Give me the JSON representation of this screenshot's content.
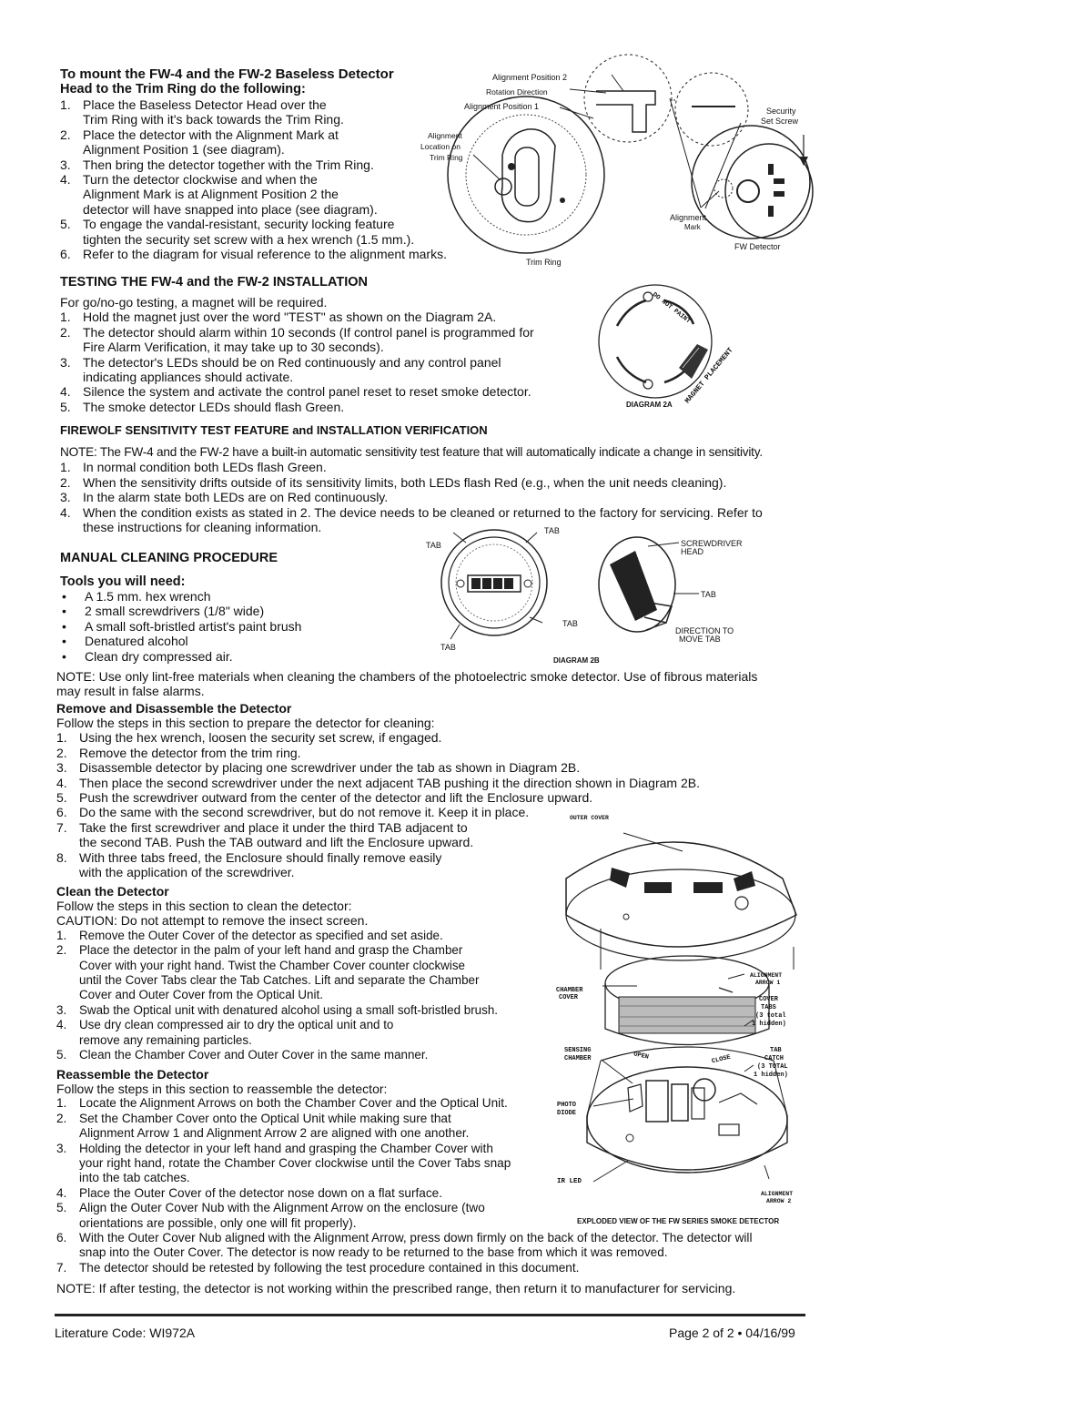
{
  "mount": {
    "title1": "To mount the FW-4 and the FW-2 Baseless Detector",
    "title2": "Head to the Trim Ring do the following:",
    "steps": [
      {
        "n": "1.",
        "lines": [
          "Place the Baseless Detector Head over the",
          "Trim Ring with it's back towards the Trim Ring."
        ]
      },
      {
        "n": "2.",
        "lines": [
          "Place the detector with the Alignment Mark at",
          "Alignment Position 1 (see diagram)."
        ]
      },
      {
        "n": "3.",
        "lines": [
          "Then bring the detector together with the Trim Ring."
        ]
      },
      {
        "n": "4.",
        "lines": [
          "Turn the detector clockwise and when the",
          "Alignment Mark is at Alignment Position 2 the",
          "detector will have snapped into place (see diagram)."
        ]
      },
      {
        "n": "5.",
        "lines": [
          "To engage the vandal-resistant, security locking feature",
          "tighten the security set screw with a hex wrench (1.5 mm.)."
        ]
      },
      {
        "n": "6.",
        "lines": [
          "Refer to the diagram for visual reference to the alignment marks."
        ]
      }
    ]
  },
  "diagram1": {
    "alignment_position_2": "Alignment Position 2",
    "rotation_direction": "Rotation Direction",
    "alignment_position_1": "Alignment Position 1",
    "alignment_location_1": "Alignment",
    "alignment_location_2": "Location on",
    "alignment_location_3": "Trim Ring",
    "trim_ring": "Trim Ring",
    "security_1": "Security",
    "security_2": "Set Screw",
    "alignment_mark_1": "Alignment",
    "alignment_mark_2": "Mark",
    "fw_detector": "FW Detector"
  },
  "testing": {
    "title": "TESTING THE FW-4 and the FW-2 INSTALLATION",
    "intro": "For go/no-go testing, a magnet will be required.",
    "steps": [
      {
        "n": "1.",
        "lines": [
          "Hold the magnet just over the word \"TEST\" as shown on the Diagram 2A."
        ]
      },
      {
        "n": "2.",
        "lines": [
          "The detector should alarm within 10 seconds (If control panel is programmed for",
          "Fire Alarm Verification, it may take up to 30 seconds)."
        ]
      },
      {
        "n": "3.",
        "lines": [
          "The detector's LEDs should be on Red continuously and any control panel",
          "indicating appliances should activate."
        ]
      },
      {
        "n": "4.",
        "lines": [
          "Silence the system and activate the control panel reset to reset smoke detector."
        ]
      },
      {
        "n": "5.",
        "lines": [
          "The smoke detector LEDs should flash Green."
        ]
      }
    ]
  },
  "diagram2a": {
    "label": "DIAGRAM 2A",
    "do_not_paint": "DO NOT PAINT",
    "magnet_placement": "MAGNET PLACEMENT"
  },
  "firewolf": {
    "title": "FIREWOLF SENSITIVITY TEST FEATURE and INSTALLATION VERIFICATION",
    "note": "NOTE: The FW-4 and the FW-2 have a built-in automatic sensitivity test feature that will automatically indicate a change in sensitivity.",
    "steps": [
      {
        "n": "1.",
        "lines": [
          "In normal condition both LEDs flash Green."
        ]
      },
      {
        "n": "2.",
        "lines": [
          "When the sensitivity drifts outside of its sensitivity limits, both LEDs flash Red (e.g., when the unit needs cleaning)."
        ]
      },
      {
        "n": "3.",
        "lines": [
          "In the alarm state both LEDs are on Red continuously."
        ]
      },
      {
        "n": "4.",
        "lines": [
          "When the condition exists as stated in 2. The device needs to be cleaned or returned to the factory for servicing. Refer to",
          "these instructions for cleaning information."
        ]
      }
    ]
  },
  "manual": {
    "title": "MANUAL CLEANING PROCEDURE",
    "tools_title": "Tools you will need:",
    "tools": [
      "A 1.5 mm. hex wrench",
      "2 small screwdrivers (1/8\" wide)",
      "A small soft-bristled artist's paint brush",
      "Denatured alcohol",
      "Clean dry compressed air."
    ],
    "note_lines": [
      "NOTE: Use only lint-free materials when cleaning the chambers of the photoelectric smoke detector. Use of fibrous materials",
      "may result in false alarms."
    ]
  },
  "diagram2b": {
    "tab": "TAB",
    "screwdriver_1": "SCREWDRIVER",
    "screwdriver_2": "HEAD",
    "direction_1": "DIRECTION TO",
    "direction_2": "MOVE TAB",
    "label": "DIAGRAM 2B"
  },
  "remove": {
    "title": "Remove and Disassemble the Detector",
    "intro": "Follow the steps in this section to prepare the detector for cleaning:",
    "steps": [
      {
        "n": "1.",
        "lines": [
          "Using the hex wrench, loosen the security set screw, if engaged."
        ]
      },
      {
        "n": "2.",
        "lines": [
          "Remove the detector from the trim ring."
        ]
      },
      {
        "n": "3.",
        "lines": [
          "Disassemble detector by placing one screwdriver under the tab as shown in Diagram 2B."
        ]
      },
      {
        "n": "4.",
        "lines": [
          "Then place the second screwdriver under the next adjacent TAB pushing it the direction shown in Diagram 2B."
        ]
      },
      {
        "n": "5.",
        "lines": [
          "Push the screwdriver outward from the center of the detector and lift the Enclosure upward."
        ]
      },
      {
        "n": "6.",
        "lines": [
          "Do the same with the second screwdriver, but do not remove it. Keep it in place."
        ]
      },
      {
        "n": "7.",
        "lines": [
          "Take the first screwdriver and place it under the third TAB adjacent to",
          "the second TAB. Push the TAB outward and lift the Enclosure upward."
        ]
      },
      {
        "n": "8.",
        "lines": [
          "With three tabs freed, the Enclosure should finally remove easily",
          "with the application of the screwdriver."
        ]
      }
    ]
  },
  "clean": {
    "title": "Clean the Detector",
    "intro": "Follow the steps in this section to clean the detector:",
    "caution": "CAUTION: Do not attempt to remove the insect screen.",
    "steps": [
      {
        "n": "1.",
        "lines": [
          "Remove the Outer Cover of the detector as specified and set aside."
        ]
      },
      {
        "n": "2.",
        "lines": [
          "Place the detector in the palm of your left hand and grasp the Chamber",
          "Cover with your right hand. Twist the Chamber Cover counter clockwise",
          "until the Cover Tabs clear the Tab Catches. Lift and separate the Chamber",
          "Cover and Outer Cover from the Optical Unit."
        ]
      },
      {
        "n": "3.",
        "lines": [
          "Swab the Optical unit with denatured alcohol using a small soft-bristled brush."
        ]
      },
      {
        "n": "4.",
        "lines": [
          "Use dry clean compressed air to dry the optical unit and to",
          "remove any remaining particles."
        ]
      },
      {
        "n": "5.",
        "lines": [
          "Clean the Chamber Cover and Outer Cover in the same manner."
        ]
      }
    ]
  },
  "reassemble": {
    "title": "Reassemble the Detector",
    "intro": "Follow the steps in this section to reassemble the detector:",
    "steps": [
      {
        "n": "1.",
        "lines": [
          "Locate the Alignment Arrows on both the Chamber Cover and the Optical Unit."
        ]
      },
      {
        "n": "2.",
        "lines": [
          "Set the Chamber Cover onto the Optical Unit while making sure that",
          "Alignment Arrow 1 and Alignment Arrow 2 are aligned with one another."
        ]
      },
      {
        "n": "3.",
        "lines": [
          "Holding the detector in your left hand and grasping the Chamber Cover with",
          "your right hand, rotate the Chamber Cover clockwise until the Cover Tabs snap",
          "into the tab catches."
        ]
      },
      {
        "n": "4.",
        "lines": [
          "Place the Outer Cover of the detector nose down on a flat surface."
        ]
      },
      {
        "n": "5.",
        "lines": [
          "Align the Outer Cover Nub with the Alignment Arrow on the enclosure (two",
          "orientations are possible, only one will fit properly)."
        ]
      },
      {
        "n": "6.",
        "lines": [
          "With the Outer Cover Nub aligned with the Alignment Arrow, press down firmly on the back of the detector. The detector will",
          "snap into the Outer Cover. The detector is now ready to be returned to the base from which it was removed."
        ]
      },
      {
        "n": "7.",
        "lines": [
          "The detector should be retested by following the test procedure contained in this document."
        ]
      }
    ],
    "note": "NOTE: If after testing, the detector is not working within the prescribed range, then return it to manufacturer for servicing."
  },
  "exploded": {
    "outer_cover": "OUTER COVER",
    "chamber_1": "CHAMBER",
    "chamber_2": "COVER",
    "alignment_arrow_1a": "ALIGNMENT",
    "alignment_arrow_1b": "ARROW 1",
    "cover_tabs_1": "COVER",
    "cover_tabs_2": "TABS",
    "cover_tabs_3": "(3 total",
    "cover_tabs_4": "1 hidden)",
    "sensing_1": "SENSING",
    "sensing_2": "CHAMBER",
    "open": "OPEN",
    "close": "CLOSE",
    "tab_catch_1": "TAB",
    "tab_catch_2": "CATCH",
    "tab_catch_3": "(3 TOTAL",
    "tab_catch_4": "1 hidden)",
    "photo_1": "PHOTO",
    "photo_2": "DIODE",
    "ir_led": "IR LED",
    "alignment_arrow_2a": "ALIGNMENT",
    "alignment_arrow_2b": "ARROW 2",
    "caption": "EXPLODED VIEW OF THE FW SERIES SMOKE DETECTOR"
  },
  "footer": {
    "literature": "Literature Code: WI972A",
    "page": "Page 2 of 2 • 04/16/99"
  }
}
